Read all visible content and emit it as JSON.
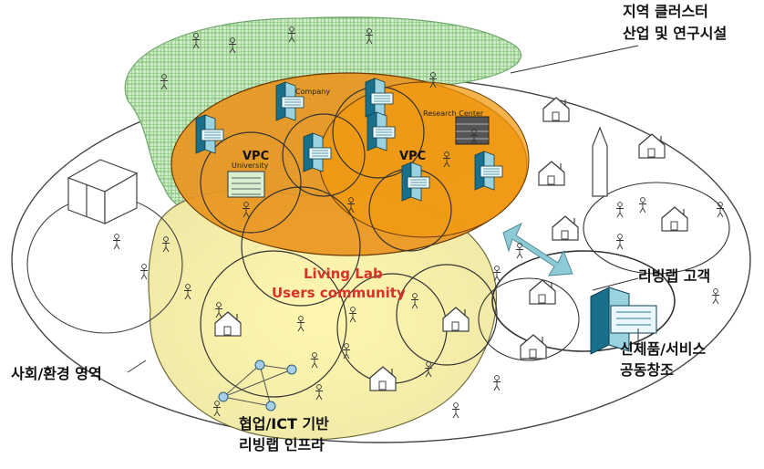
{
  "labels": {
    "regional_cluster_line1": "지역 클러스터",
    "regional_cluster_line2": "산업 및 연구시설",
    "company": "Company",
    "research_center": "Research Center",
    "vpc_left": "VPC",
    "university": "University",
    "vpc_right": "VPC",
    "living_lab_line1": "Living Lab",
    "living_lab_line2": "Users community",
    "customer": "리빙랩 고객",
    "cocreation_line1": "신제품/서비스",
    "cocreation_line2": "공동창조",
    "social_env": "사회/환경 영역",
    "infra_line1": "협업/ICT 기반",
    "infra_line2": "리빙랩 인프라"
  },
  "colors": {
    "green_hatch": "#9fd39a",
    "orange_main": "#e58a1c",
    "orange_light": "#f3b45a",
    "yellow_zone": "#f3f0b5",
    "arrow_blue": "#8ec9d6",
    "living_lab_red": "#d8322a",
    "node_blue": "#a9cfe6"
  }
}
